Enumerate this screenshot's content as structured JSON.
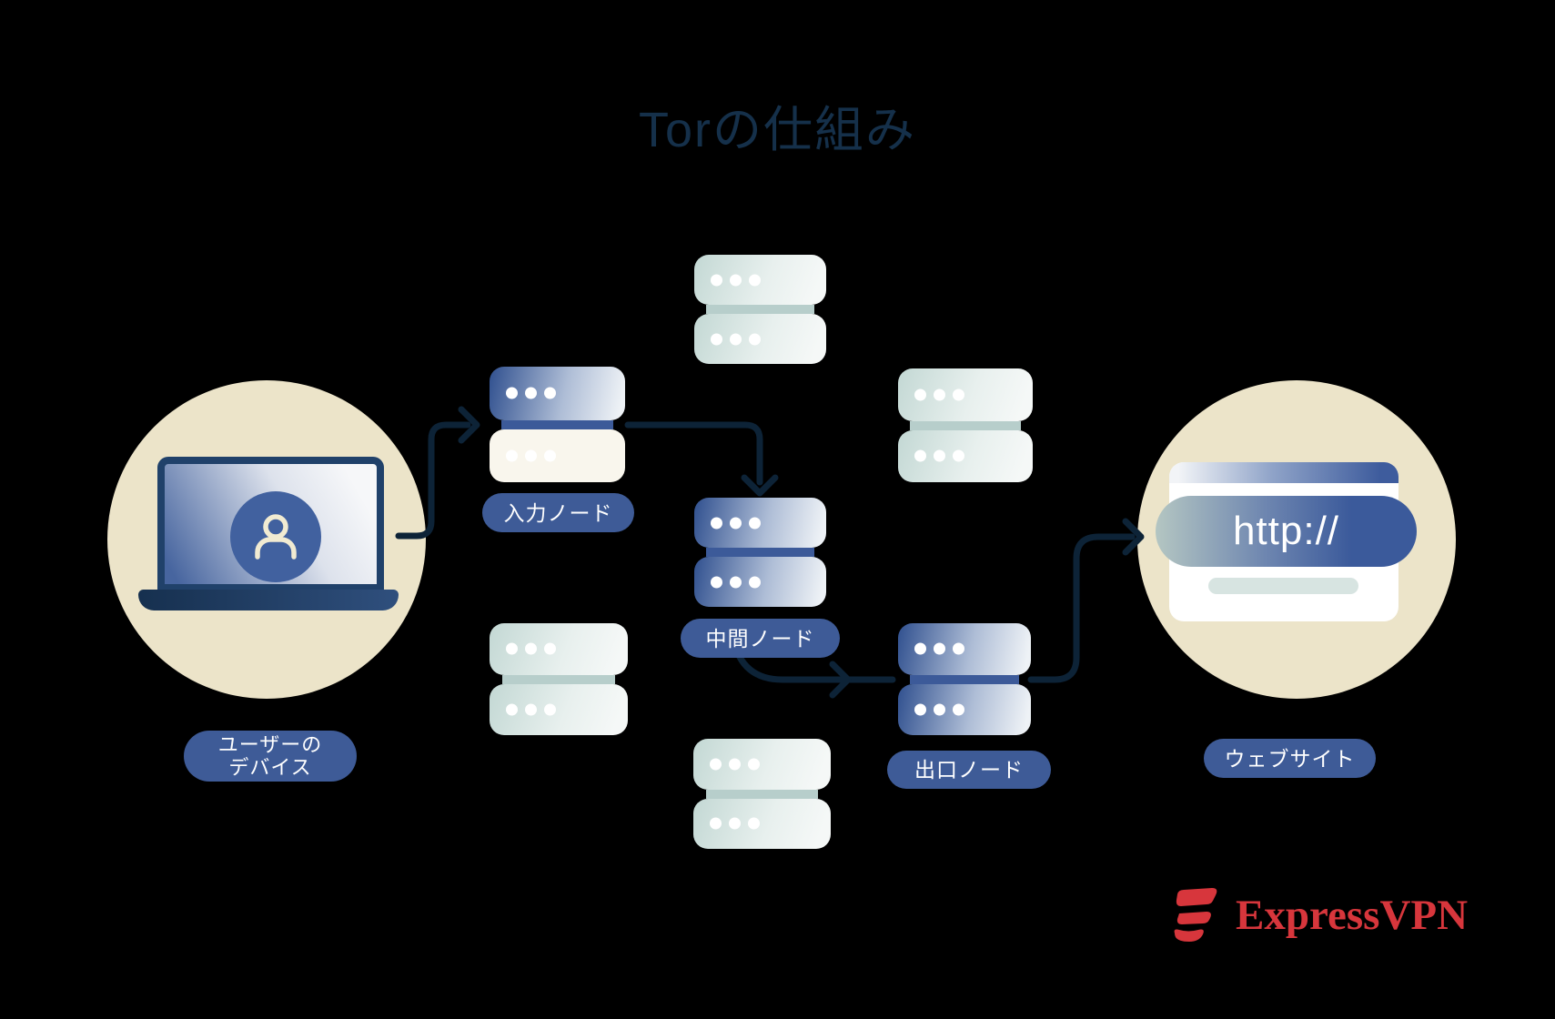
{
  "title": "Torの仕組み",
  "nodes": {
    "user_device": {
      "label_line1": "ユーザーの",
      "label_line2": "デバイス"
    },
    "entry": {
      "label": "入力ノード"
    },
    "middle": {
      "label": "中間ノード"
    },
    "exit": {
      "label": "出口ノード"
    },
    "website": {
      "label": "ウェブサイト",
      "url": "http://"
    }
  },
  "branding": {
    "logo_text": "ExpressVPN"
  },
  "icons": [
    "laptop-icon",
    "user-avatar-icon",
    "server-icon",
    "browser-window-icon",
    "arrow-icon",
    "expressvpn-logo-icon"
  ],
  "colors": {
    "background": "#000000",
    "title_navy": "#15304a",
    "arrow_navy": "#0d2337",
    "pill_blue": "#3e5b97",
    "server_blue": "#30508f",
    "server_pale_green": "#c3d8d4",
    "beige_circle": "#ece4c9",
    "offwhite_row": "#f9f6ed",
    "brand_red": "#d7363c"
  }
}
